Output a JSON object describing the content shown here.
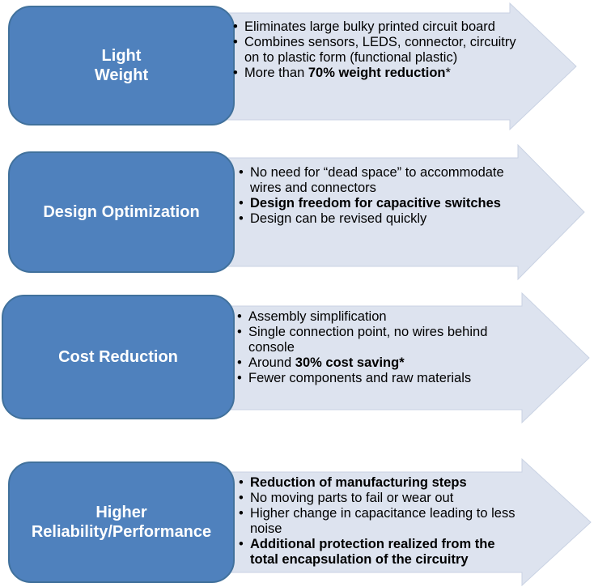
{
  "rows": [
    {
      "title": "Light\nWeight",
      "bullets": [
        [
          {
            "t": "Eliminates large bulky printed circuit board",
            "b": false
          }
        ],
        [
          {
            "t": "Combines sensors, LEDS, connector, circuitry on to plastic form (functional plastic)",
            "b": false
          }
        ],
        [
          {
            "t": "More than ",
            "b": false
          },
          {
            "t": "70% weight reduction",
            "b": true
          },
          {
            "t": "*",
            "b": false
          }
        ]
      ]
    },
    {
      "title": "Design Optimization",
      "bullets": [
        [
          {
            "t": "No need for “dead space” to accommodate wires and connectors",
            "b": false
          }
        ],
        [
          {
            "t": "Design freedom for capacitive switches",
            "b": true
          }
        ],
        [
          {
            "t": "Design can be revised quickly",
            "b": false
          }
        ]
      ]
    },
    {
      "title": "Cost Reduction",
      "bullets": [
        [
          {
            "t": "Assembly simplification",
            "b": false
          }
        ],
        [
          {
            "t": "Single connection point, no wires behind console",
            "b": false
          }
        ],
        [
          {
            "t": "Around ",
            "b": false
          },
          {
            "t": "30% cost saving*",
            "b": true
          }
        ],
        [
          {
            "t": "Fewer components and raw materials",
            "b": false
          }
        ]
      ]
    },
    {
      "title": "Higher\nReliability/Performance",
      "bullets": [
        [
          {
            "t": "Reduction of manufacturing steps",
            "b": true
          }
        ],
        [
          {
            "t": "No moving parts to fail or wear out",
            "b": false
          }
        ],
        [
          {
            "t": "Higher change in capacitance leading to less noise",
            "b": false
          }
        ],
        [
          {
            "t": "Additional protection realized from the total encapsulation of the circuitry",
            "b": true
          }
        ]
      ]
    }
  ]
}
